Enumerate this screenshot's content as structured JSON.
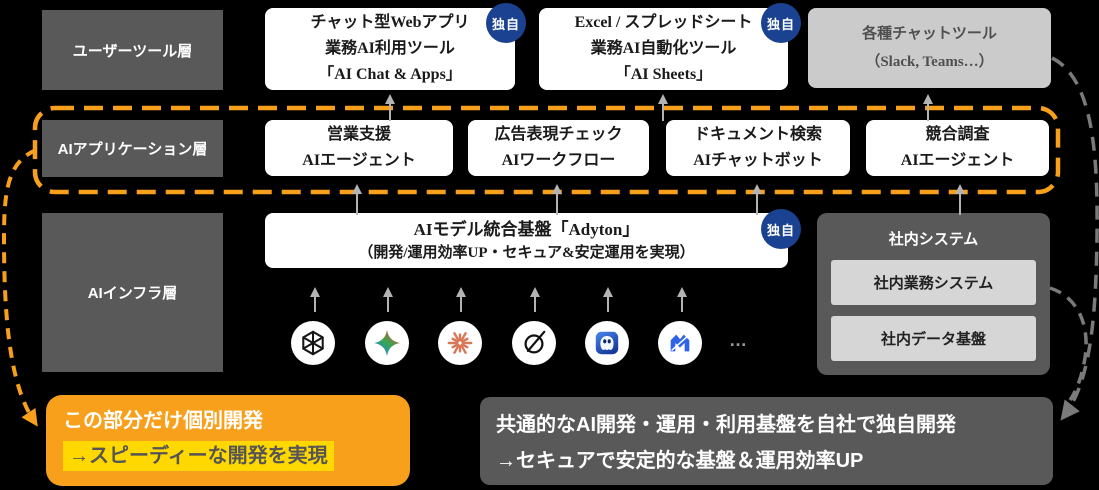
{
  "badge_label": "独自",
  "layers": {
    "user_tools": "ユーザーツール層",
    "ai_application": "AIアプリケーション層",
    "ai_infra": "AIインフラ層"
  },
  "row_user_tools": {
    "ai_chat_apps": {
      "lines": [
        "チャット型Webアプリ",
        "業務AI利用ツール",
        "「AI Chat & Apps」"
      ]
    },
    "ai_sheets": {
      "lines": [
        "Excel / スプレッドシート",
        "業務AI自動化ツール",
        "「AI Sheets」"
      ]
    },
    "chat_tools": {
      "lines": [
        "各種チャットツール",
        "（Slack, Teams…）"
      ]
    }
  },
  "row_applications": {
    "sales": {
      "lines": [
        "営業支援",
        "AIエージェント"
      ]
    },
    "ad_check": {
      "lines": [
        "広告表現チェック",
        "AIワークフロー"
      ]
    },
    "doc_search": {
      "lines": [
        "ドキュメント検索",
        "AIチャットボット"
      ]
    },
    "competitor": {
      "lines": [
        "競合調査",
        "AIエージェント"
      ]
    }
  },
  "row_infra": {
    "adyton": {
      "lines": [
        "AIモデル統合基盤「Adyton」",
        "（開発/運用効率UP・セキュア&安定運用を実現）"
      ]
    },
    "internal_system": {
      "title": "社内システム",
      "items": [
        "社内業務システム",
        "社内データ基盤"
      ]
    },
    "model_icons": [
      "openai",
      "gemini",
      "claude",
      "circle-slash",
      "ghost-mascot-app",
      "blue-zigzag-m"
    ],
    "more_models": "…"
  },
  "callouts": {
    "individual": {
      "line1": "この部分だけ個別開発",
      "line2": "→スピーディーな開発を実現"
    },
    "common": {
      "line1": "共通的なAI開発・運用・利用基盤を自社で独自開発",
      "line2": "→セキュアで安定的な基盤＆運用効率UP"
    }
  },
  "colors": {
    "accent_orange": "#F8A01C",
    "badge_navy": "#1B4291",
    "highlight_yellow": "#FFD800",
    "panel_dark_gray": "#595959",
    "panel_light_gray": "#CBCBCB",
    "inner_box_gray": "#D6D6D6",
    "arrow_gray": "#B3B3B3",
    "dashed_arrow_gray": "#7A7A7A",
    "claude_orange": "#D97757",
    "logo_blue": "#2E62E9"
  }
}
